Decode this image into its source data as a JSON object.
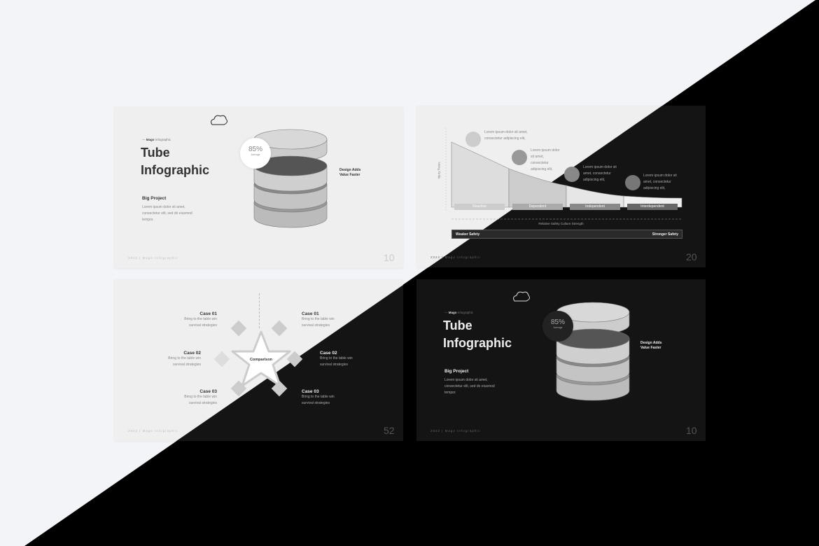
{
  "brand": {
    "tag_bold": "Mago",
    "tag_rest": "Infographic",
    "footer": "2022 | Mago Infographic"
  },
  "slide_tube": {
    "title_line1": "Tube",
    "title_line2": "Infographic",
    "subtitle": "Big Project",
    "body": "Lorem ipsum dolor sit amet, consectetur elit, sed do eiusmod tempor.",
    "percent": "85%",
    "percent_label": "Average",
    "callout": "Design Adds Value Faster",
    "page": "10"
  },
  "slide_chart": {
    "y_label": "Injury Rates",
    "x_label": "Relative Safety Culture Strength",
    "stages": [
      "Reactive",
      "Dependent",
      "Independent",
      "Interdependent"
    ],
    "notes": [
      "Lorem ipsum dolor sit amet, consectetur adipiscing elit,",
      "Lorem ipsum dolor sit amet, consectetur adipiscing elit,",
      "Lorem ipsum dolor sit amet, consectetur adipiscing elit,",
      "Lorem ipsum dolor sit amet, consectetur adipiscing elit,"
    ],
    "icons": [
      "person-icon",
      "document-icon",
      "browser-icon",
      "award-icon"
    ],
    "bar_left": "Weaker Safety",
    "bar_right": "Stronger Safety",
    "page": "20"
  },
  "slide_compare": {
    "center": "Comparison",
    "cases": [
      {
        "title": "Case 01",
        "body": "Bring to the table win survival strategies"
      },
      {
        "title": "Case 02",
        "body": "Bring to the table win survival strategies"
      },
      {
        "title": "Case 03",
        "body": "Bring to the table win survival strategies"
      },
      {
        "title": "Case 01",
        "body": "Bring to the table win survival strategies"
      },
      {
        "title": "Case 02",
        "body": "Bring to the table win survival strategies"
      },
      {
        "title": "Case 03",
        "body": "Bring to the table win survival strategies"
      }
    ],
    "page": "52"
  },
  "colors": {
    "light_bg": "#f3f4f8",
    "dark_bg": "#000000",
    "slide_light": "#efefef",
    "slide_dark": "#141414"
  }
}
